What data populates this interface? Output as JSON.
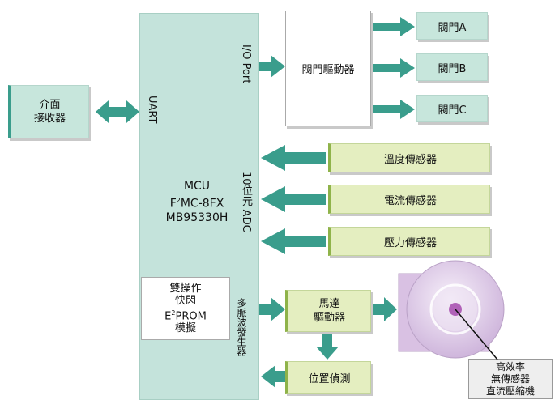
{
  "interface_receiver": {
    "line1": "介面",
    "line2": "接收器"
  },
  "mcu": {
    "uart": "UART",
    "io_port": "I/O Port",
    "adc": "10位元 ADC",
    "name_line1": "MCU",
    "name_line2_prefix": "F",
    "name_line2_sup": "2",
    "name_line2_suffix": "MC-8FX",
    "name_line3": "MB95330H",
    "pulse_generator": "多脈波發生器"
  },
  "flash": {
    "line1": "雙操作",
    "line2": "快閃",
    "line3_prefix": "E",
    "line3_sup": "2",
    "line3_suffix": "PROM",
    "line4": "模擬"
  },
  "valve_driver": "閥門驅動器",
  "valves": [
    "閥門A",
    "閥門B",
    "閥門C"
  ],
  "sensors": [
    "溫度傳感器",
    "電流傳感器",
    "壓力傳感器"
  ],
  "motor_driver": {
    "line1": "馬達",
    "line2": "驅動器"
  },
  "position_detect": "位置偵測",
  "compressor": {
    "line1": "高效率",
    "line2": "無傳感器",
    "line3": "直流壓縮機"
  },
  "colors": {
    "arrow": "#3a9d8c",
    "teal_box": "#c7e6dc",
    "green_box": "#e4eec0",
    "accent_green": "#8fb34a",
    "motor": "#d9c1e3"
  }
}
